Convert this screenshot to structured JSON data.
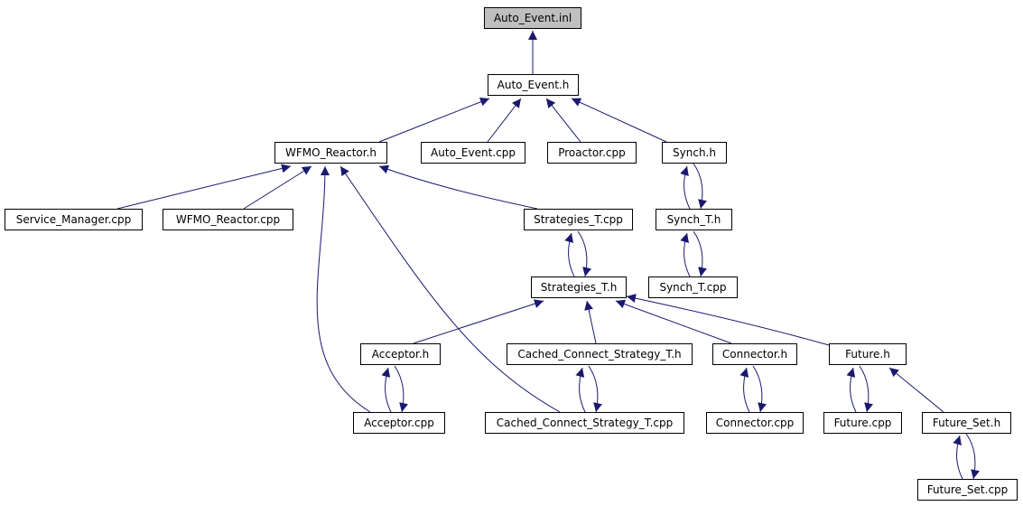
{
  "colors": {
    "edge": "#191970",
    "root_fill": "#bfbfbf",
    "node_fill": "#ffffff",
    "node_border": "#000000"
  },
  "nodes": {
    "auto_event_inl": "Auto_Event.inl",
    "auto_event_h": "Auto_Event.h",
    "wfmo_reactor_h": "WFMO_Reactor.h",
    "auto_event_cpp": "Auto_Event.cpp",
    "proactor_cpp": "Proactor.cpp",
    "synch_h": "Synch.h",
    "service_manager_cpp": "Service_Manager.cpp",
    "wfmo_reactor_cpp": "WFMO_Reactor.cpp",
    "strategies_t_cpp": "Strategies_T.cpp",
    "synch_t_h": "Synch_T.h",
    "strategies_t_h": "Strategies_T.h",
    "synch_t_cpp": "Synch_T.cpp",
    "acceptor_h": "Acceptor.h",
    "cached_connect_strategy_t_h": "Cached_Connect_Strategy_T.h",
    "connector_h": "Connector.h",
    "future_h": "Future.h",
    "acceptor_cpp": "Acceptor.cpp",
    "cached_connect_strategy_t_cpp": "Cached_Connect_Strategy_T.cpp",
    "connector_cpp": "Connector.cpp",
    "future_cpp": "Future.cpp",
    "future_set_h": "Future_Set.h",
    "future_set_cpp": "Future_Set.cpp"
  }
}
